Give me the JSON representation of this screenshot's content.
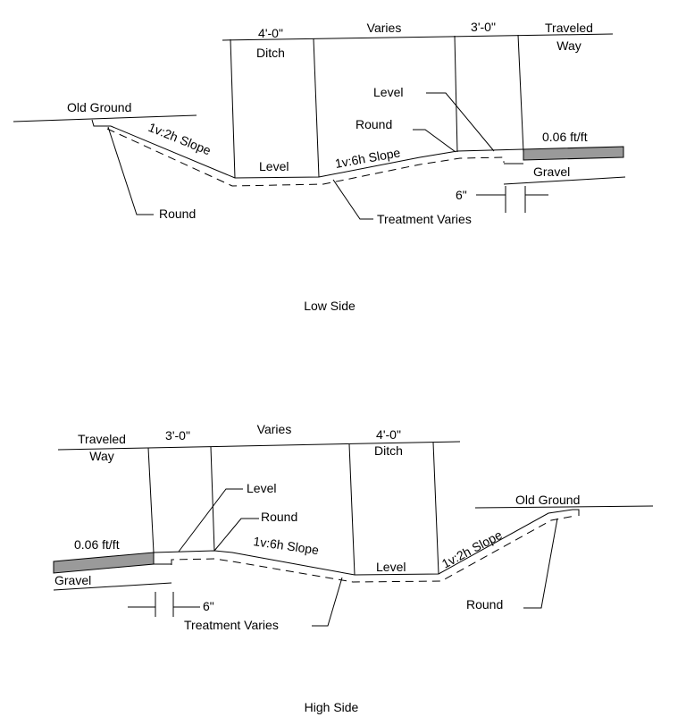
{
  "low_side": {
    "caption": "Low Side",
    "labels": {
      "ditch_width": "4'-0\"",
      "ditch": "Ditch",
      "varies": "Varies",
      "shoulder_width": "3'-0\"",
      "traveled": "Traveled",
      "way": "Way",
      "old_ground": "Old Ground",
      "backslope": "1v:2h Slope",
      "level_bottom": "Level",
      "foreslope": "1v:6h Slope",
      "level_top": "Level",
      "round_top": "Round",
      "round_bottom": "Round",
      "cross_slope": "0.06 ft/ft",
      "gravel": "Gravel",
      "offset": "6\"",
      "treatment": "Treatment Varies"
    }
  },
  "high_side": {
    "caption": "High Side",
    "labels": {
      "traveled": "Traveled",
      "way": "Way",
      "shoulder_width": "3'-0\"",
      "varies": "Varies",
      "ditch_width": "4'-0\"",
      "ditch": "Ditch",
      "level_top": "Level",
      "round_top": "Round",
      "cross_slope": "0.06 ft/ft",
      "foreslope": "1v:6h Slope",
      "level_bottom": "Level",
      "backslope": "1v:2h Slope",
      "old_ground": "Old Ground",
      "gravel": "Gravel",
      "round_bottom": "Round",
      "offset": "6\"",
      "treatment": "Treatment Varies"
    }
  }
}
